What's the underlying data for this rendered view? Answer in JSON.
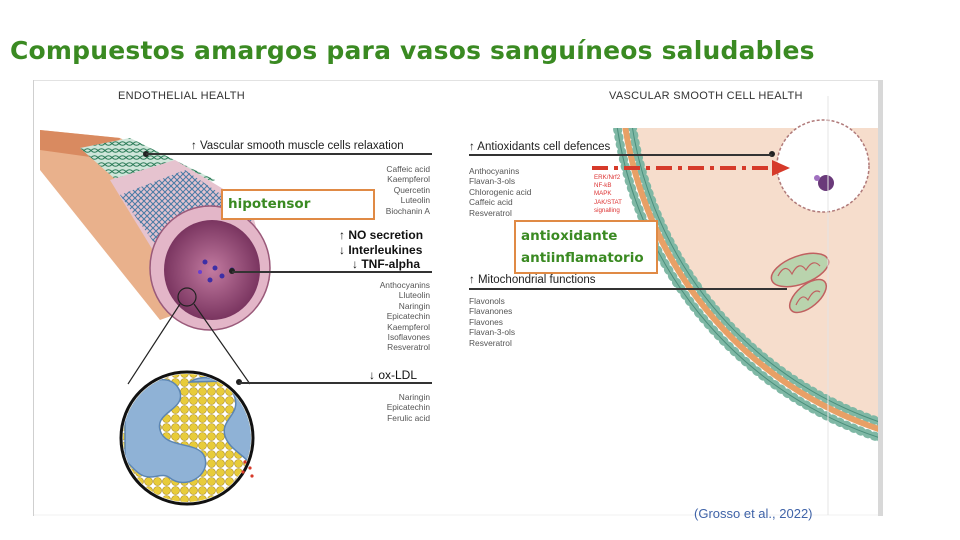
{
  "slide": {
    "title": "Compuestos amargos para vasos sanguíneos saludables",
    "citation": "(Grosso et al., 2022)"
  },
  "left_panel": {
    "title": "ENDOTHELIAL HEALTH",
    "effects": {
      "relaxation": "↑ Vascular smooth muscle cells relaxation",
      "no_secretion": "↑  NO secretion",
      "interleukines": "↓  Interleukines",
      "tnf": "↓  TNF-alpha",
      "oxldl": "↓ ox-LDL"
    },
    "relaxation_compounds": [
      "Caffeic acid",
      "Kaempferol",
      "Quercetin",
      "Luteolin",
      "Biochanin A"
    ],
    "inflammation_compounds": [
      "Anthocyanins",
      "Lluteolin",
      "Naringin",
      "Epicatechin",
      "Kaempferol",
      "Isoflavones",
      "Resveratrol"
    ],
    "oxldl_compounds": [
      "Naringin",
      "Epicatechin",
      "Ferulic acid"
    ]
  },
  "right_panel": {
    "title": "VASCULAR SMOOTH CELL HEALTH",
    "effects": {
      "antioxidant": "↑ Antioxidants cell defences",
      "mitochondrial": "↑ Mitochondrial functions"
    },
    "antioxidant_compounds": [
      "Anthocyanins",
      "Flavan-3-ols",
      "Chlorogenic acid",
      "Caffeic acid",
      "Resveratrol"
    ],
    "signaling": [
      "ERK/Nrf2",
      "NF-kB",
      "MAPK",
      "JAK/STAT",
      "signalling"
    ],
    "mitochondrial_compounds": [
      "Flavonols",
      "Flavanones",
      "Flavones",
      "Flavan-3-ols",
      "Resveratrol"
    ]
  },
  "callouts": {
    "hipotensor": "hipotensor",
    "antioxidante": "antioxidante",
    "antiinflamatorio": "antiinflamatorio"
  },
  "colors": {
    "title_green": "#3a8a22",
    "callout_border": "#e08a45",
    "cell_membrane": "#7fb8a5",
    "cytoplasm": "#f6ddcc",
    "vessel_pink": "#d8a2b8",
    "vessel_lumen": "#a05a82",
    "plaque_yellow": "#e8cc3a",
    "plaque_blue": "#8fb2d6",
    "signal_red": "#d63a2a",
    "citation_blue": "#3f63a8"
  }
}
